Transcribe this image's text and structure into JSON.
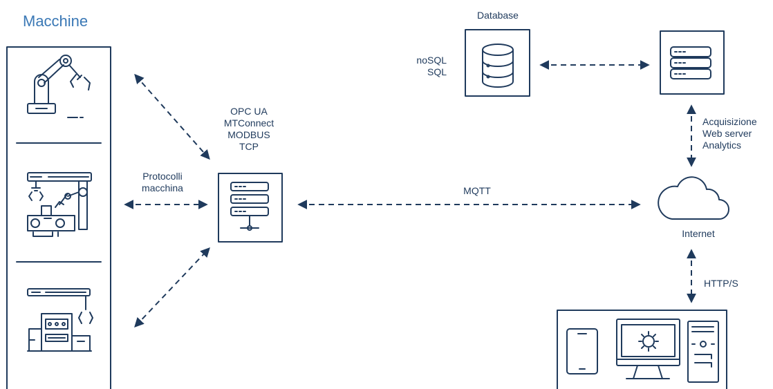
{
  "title": "Macchine",
  "labels": {
    "database": "Database",
    "db_types": [
      "noSQL",
      "SQL"
    ],
    "protocols_opc": [
      "OPC UA",
      "MTConnect",
      "MODBUS",
      "TCP"
    ],
    "protocolli_macchina": [
      "Protocolli",
      "macchina"
    ],
    "mqtt": "MQTT",
    "server_roles": [
      "Acquisizione",
      "Web server",
      "Analytics"
    ],
    "internet": "Internet",
    "https": "HTTP/S"
  },
  "colors": {
    "stroke": "#1f3a5c",
    "title": "#3a78b5"
  },
  "icons": {
    "machine_1": "robot-arm-icon",
    "machine_2": "assembly-line-icon",
    "machine_3": "industrial-machine-icon",
    "gateway": "server-network-icon",
    "database": "database-icon",
    "server": "server-icon",
    "cloud": "cloud-icon",
    "clients": [
      "tablet-icon",
      "monitor-gear-icon",
      "tower-pc-icon"
    ]
  }
}
